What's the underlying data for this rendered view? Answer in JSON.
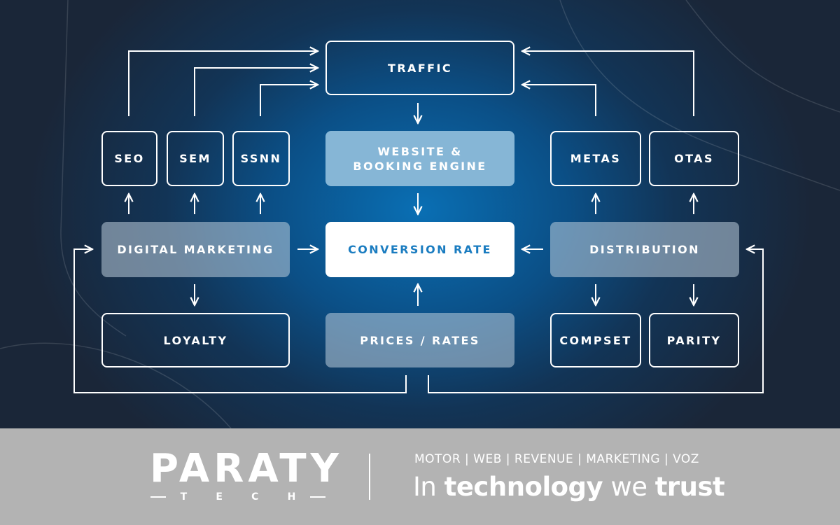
{
  "diagram": {
    "nodes": {
      "traffic": "TRAFFIC",
      "seo": "SEO",
      "sem": "SEM",
      "ssnn": "SSNN",
      "website": "WEBSITE &\nBOOKING ENGINE",
      "metas": "METAS",
      "otas": "OTAS",
      "digital_marketing": "DIGITAL MARKETING",
      "conversion_rate": "CONVERSION RATE",
      "distribution": "DISTRIBUTION",
      "loyalty": "LOYALTY",
      "prices": "PRICES / RATES",
      "compset": "COMPSET",
      "parity": "PARITY"
    },
    "colors": {
      "accent_blue": "#1a7cc0",
      "box_light_blue": "#86b6d6",
      "footer_gray": "#b3b3b3"
    }
  },
  "footer": {
    "logo_word": "PARATY",
    "logo_sub": [
      "T",
      "E",
      "C",
      "H"
    ],
    "services": "MOTOR | WEB | REVENUE | MARKETING | VOZ",
    "tagline": {
      "w1": "In",
      "w2": "technology",
      "w3": "we",
      "w4": "trust"
    }
  }
}
